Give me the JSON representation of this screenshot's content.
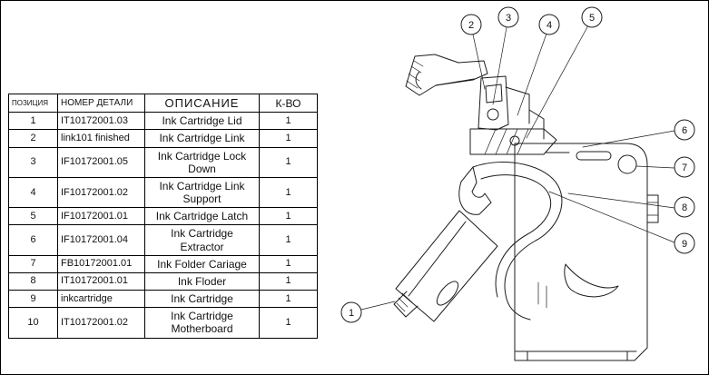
{
  "colors": {
    "line": "#1c1c1c",
    "background": "#ffffff"
  },
  "table": {
    "headers": {
      "position": "ПОЗИЦИЯ",
      "part_number": "НОМЕР ДЕТАЛИ",
      "description": "ОПИСАНИЕ",
      "quantity": "К-ВО"
    },
    "rows": [
      {
        "pos": "1",
        "part": "IT10172001.03",
        "desc": "Ink Cartridge Lid",
        "qty": "1"
      },
      {
        "pos": "2",
        "part": "link101 finished",
        "desc": "Ink Cartridge Link",
        "qty": "1"
      },
      {
        "pos": "3",
        "part": "IF10172001.05",
        "desc": "Ink Cartridge Lock Down",
        "qty": "1"
      },
      {
        "pos": "4",
        "part": "IF10172001.02",
        "desc": "Ink Cartridge Link Support",
        "qty": "1"
      },
      {
        "pos": "5",
        "part": "IF10172001.01",
        "desc": "Ink Cartridge Latch",
        "qty": "1"
      },
      {
        "pos": "6",
        "part": "IF10172001.04",
        "desc": "Ink Cartridge Extractor",
        "qty": "1"
      },
      {
        "pos": "7",
        "part": "FB10172001.01",
        "desc": "Ink Folder Cariage",
        "qty": "1"
      },
      {
        "pos": "8",
        "part": "IT10172001.01",
        "desc": "Ink Floder",
        "qty": "1"
      },
      {
        "pos": "9",
        "part": "inkcartridge",
        "desc": "Ink Cartridge",
        "qty": "1"
      },
      {
        "pos": "10",
        "part": "IT10172001.02",
        "desc": "Ink Cartridge Motherboard",
        "qty": "1"
      }
    ]
  },
  "diagram": {
    "balloons": [
      "1",
      "2",
      "3",
      "4",
      "5",
      "6",
      "7",
      "8",
      "9"
    ]
  }
}
